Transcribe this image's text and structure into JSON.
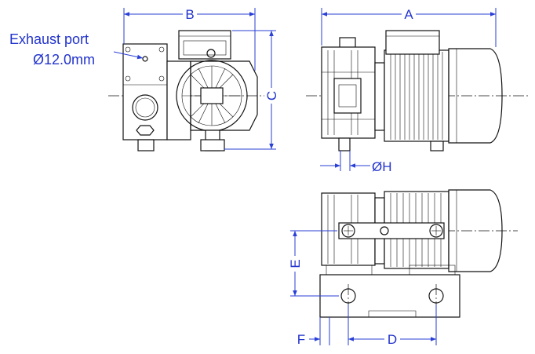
{
  "labels": {
    "exhaust_port_title": "Exhaust port",
    "exhaust_port_size": "Ø12.0mm",
    "dim_a": "A",
    "dim_b": "B",
    "dim_c": "C",
    "dim_d": "D",
    "dim_e": "E",
    "dim_f": "F",
    "dim_h": "ØH"
  },
  "colors": {
    "dimension": "#2a3fd6",
    "outline": "#111111",
    "background": "#ffffff"
  }
}
